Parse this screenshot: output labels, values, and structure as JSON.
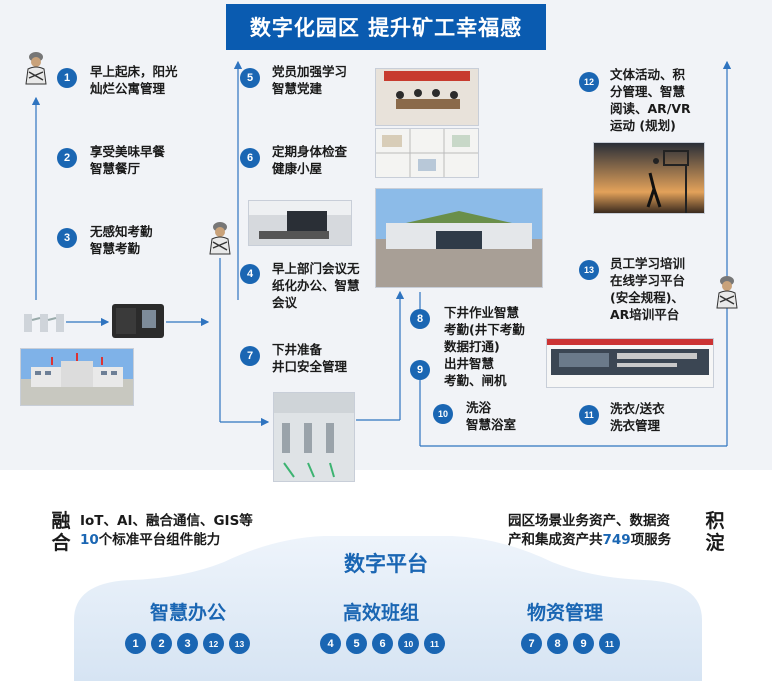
{
  "banner": "数字化园区 提升矿工幸福感",
  "steps": {
    "s1": {
      "num": "1",
      "l1": "早上起床，阳光",
      "l2": "灿烂公寓管理"
    },
    "s2": {
      "num": "2",
      "l1": "享受美味早餐",
      "l2": "智慧餐厅"
    },
    "s3": {
      "num": "3",
      "l1": "无感知考勤",
      "l2": "智慧考勤"
    },
    "s4": {
      "num": "4",
      "l1": "早上部门会议无",
      "l2": "纸化办公、智慧",
      "l3": "会议"
    },
    "s5": {
      "num": "5",
      "l1": "党员加强学习",
      "l2": "智慧党建"
    },
    "s6": {
      "num": "6",
      "l1": "定期身体检查",
      "l2": "健康小屋"
    },
    "s7": {
      "num": "7",
      "l1": "下井准备",
      "l2": "井口安全管理"
    },
    "s8": {
      "num": "8",
      "l1": "下井作业智慧",
      "l2": "考勤(井下考勤",
      "l3": "数据打通)"
    },
    "s9": {
      "num": "9",
      "l1": "出井智慧",
      "l2": "考勤、闸机"
    },
    "s10": {
      "num": "10",
      "l1": "洗浴",
      "l2": "智慧浴室"
    },
    "s11": {
      "num": "11",
      "l1": "洗衣/送衣",
      "l2": "洗衣管理"
    },
    "s12": {
      "num": "12",
      "l1": "文体活动、积",
      "l2": "分管理、智慧",
      "l3": "阅读、AR/VR",
      "l4": "运动 (规划)"
    },
    "s13": {
      "num": "13",
      "l1": "员工学习培训",
      "l2": "在线学习平台",
      "l3": "(安全规程)、",
      "l4": "AR培训平台"
    }
  },
  "bottom": {
    "left_vertical": [
      "融",
      "合"
    ],
    "left_line1": "IoT、AI、融合通信、GIS等",
    "left_num": "10",
    "left_line2_rest": "个标准平台组件能力",
    "right_vertical": [
      "积",
      "淀"
    ],
    "right_line1": "园区场景业务资产、数据资",
    "right_line2_pre": "产和集成资产共",
    "right_num": "749",
    "right_line2_post": "项服务",
    "platform_title": "数字平台",
    "groups": [
      {
        "title": "智慧办公",
        "badges": [
          "1",
          "2",
          "3",
          "12",
          "13"
        ]
      },
      {
        "title": "高效班组",
        "badges": [
          "4",
          "5",
          "6",
          "10",
          "11"
        ]
      },
      {
        "title": "物资管理",
        "badges": [
          "7",
          "8",
          "9",
          "11"
        ]
      }
    ]
  },
  "colors": {
    "accent": "#1a66b3",
    "banner": "#0a5bb0",
    "panel": "#f1f3f7"
  }
}
